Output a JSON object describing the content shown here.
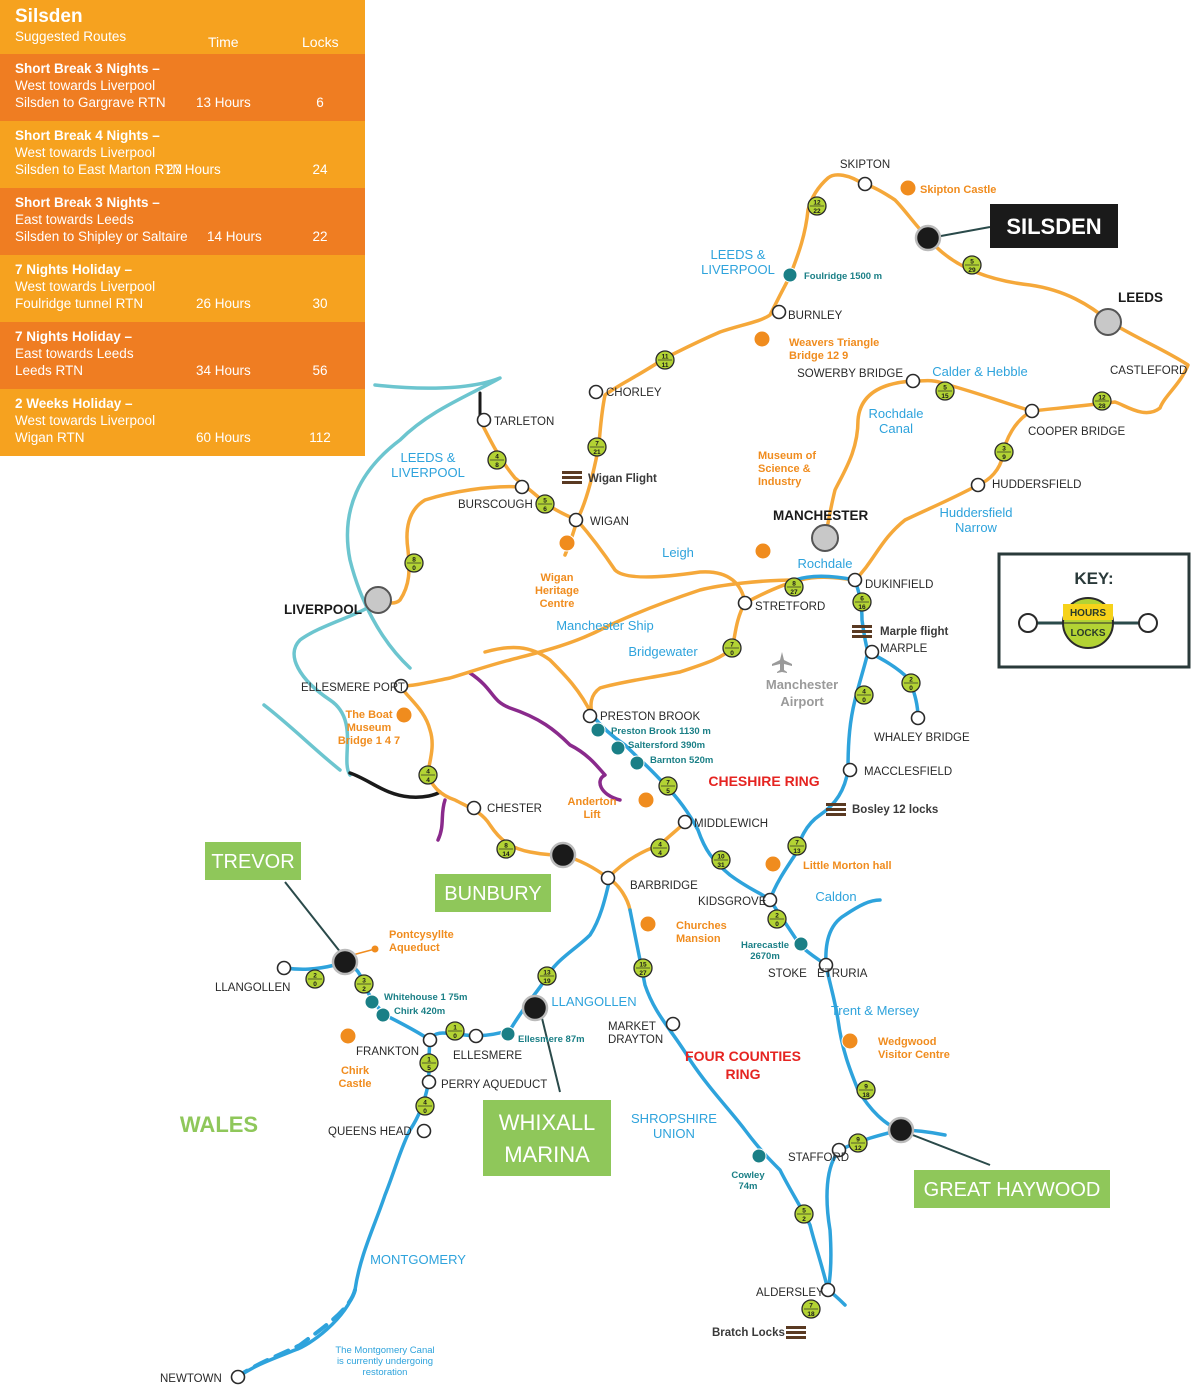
{
  "panel": {
    "title": "Silsden",
    "subtitle": "Suggested Routes",
    "col_time": "Time",
    "col_locks": "Locks",
    "routes": [
      {
        "name": "Short Break 3 Nights –",
        "direction": "West towards Liverpool",
        "route": "Silsden to Gargrave  RTN",
        "time": "13 Hours",
        "locks": "6"
      },
      {
        "name": "Short Break  4 Nights –",
        "direction": "West towards Liverpool",
        "route": "Silsden to East Marton  RTN",
        "time": "27 Hours",
        "locks": "24"
      },
      {
        "name": "Short Break  3 Nights –",
        "direction": "East towards Leeds",
        "route": "Silsden to Shipley or Saltaire",
        "time": "14 Hours",
        "locks": "22"
      },
      {
        "name": "7 Nights Holiday –",
        "direction": "West towards Liverpool",
        "route": "Foulridge tunnel  RTN",
        "time": "26 Hours",
        "locks": "30"
      },
      {
        "name": "7 Nights Holiday –",
        "direction": "East towards Leeds",
        "route": "Leeds  RTN",
        "time": "34 Hours",
        "locks": "56"
      },
      {
        "name": "2 Weeks Holiday –",
        "direction": "West towards Liverpool",
        "route": "Wigan  RTN",
        "time": "60 Hours",
        "locks": "112"
      }
    ]
  },
  "colors": {
    "panel_dark": "#ef7d22",
    "panel_light": "#f6a21f",
    "route_orange": "#f5a83a",
    "canal_blue": "#2ea3dc",
    "estuary_teal": "#6cc5cf",
    "purple": "#8a2a8c",
    "lock_green": "#b3d334",
    "label_blue": "#2ea3dc",
    "attraction_orange": "#f08c1e",
    "ring_red": "#e52421",
    "marina_green": "#8fc75a",
    "tunnel_teal": "#1a7f86"
  },
  "key": {
    "title": "KEY:",
    "hours": "HOURS",
    "locks": "LOCKS"
  },
  "marinas": [
    {
      "id": "silsden",
      "label": "SILSDEN"
    },
    {
      "id": "trevor",
      "label": "TREVOR"
    },
    {
      "id": "bunbury",
      "label": "BUNBURY"
    },
    {
      "id": "whixall",
      "label": "WHIXALL\nMARINA"
    },
    {
      "id": "great-haywood",
      "label": "GREAT HAYWOOD"
    }
  ],
  "cities": [
    {
      "id": "leeds",
      "label": "LEEDS"
    },
    {
      "id": "manchester",
      "label": "MANCHESTER"
    },
    {
      "id": "liverpool",
      "label": "LIVERPOOL"
    }
  ],
  "places": [
    {
      "id": "skipton",
      "label": "SKIPTON"
    },
    {
      "id": "burnley",
      "label": "BURNLEY"
    },
    {
      "id": "castleford",
      "label": "CASTLEFORD"
    },
    {
      "id": "sowerby-bridge",
      "label": "SOWERBY BRIDGE"
    },
    {
      "id": "cooper-bridge",
      "label": "COOPER BRIDGE"
    },
    {
      "id": "huddersfield",
      "label": "HUDDERSFIELD"
    },
    {
      "id": "chorley",
      "label": "CHORLEY"
    },
    {
      "id": "tarleton",
      "label": "TARLETON"
    },
    {
      "id": "burscough",
      "label": "BURSCOUGH"
    },
    {
      "id": "wigan",
      "label": "WIGAN"
    },
    {
      "id": "dukinfield",
      "label": "DUKINFIELD"
    },
    {
      "id": "stretford",
      "label": "STRETFORD"
    },
    {
      "id": "marple",
      "label": "MARPLE"
    },
    {
      "id": "whaley-bridge",
      "label": "WHALEY BRIDGE"
    },
    {
      "id": "macclesfield",
      "label": "MACCLESFIELD"
    },
    {
      "id": "ellesmere-port",
      "label": "ELLESMERE PORT"
    },
    {
      "id": "preston-brook",
      "label": "PRESTON BROOK"
    },
    {
      "id": "chester",
      "label": "CHESTER"
    },
    {
      "id": "middlewich",
      "label": "MIDDLEWICH"
    },
    {
      "id": "barbridge",
      "label": "BARBRIDGE"
    },
    {
      "id": "kidsgrove",
      "label": "KIDSGROVE"
    },
    {
      "id": "stoke",
      "label": "STOKE"
    },
    {
      "id": "etruria",
      "label": "ETRURIA"
    },
    {
      "id": "llangollen-town",
      "label": "LLANGOLLEN"
    },
    {
      "id": "frankton",
      "label": "FRANKTON"
    },
    {
      "id": "ellesmere",
      "label": "ELLESMERE"
    },
    {
      "id": "perry-aqueduct",
      "label": "PERRY AQUEDUCT"
    },
    {
      "id": "queens-head",
      "label": "QUEENS HEAD"
    },
    {
      "id": "market-drayton",
      "label": "MARKET\nDRAYTON"
    },
    {
      "id": "stafford",
      "label": "STAFFORD"
    },
    {
      "id": "aldersley",
      "label": "ALDERSLEY"
    },
    {
      "id": "newtown",
      "label": "NEWTOWN"
    }
  ],
  "canal_labels": [
    {
      "id": "leeds-liverpool-1",
      "label": "LEEDS &\nLIVERPOOL"
    },
    {
      "id": "leeds-liverpool-2",
      "label": "LEEDS &\nLIVERPOOL"
    },
    {
      "id": "calder-hebble",
      "label": "Calder & Hebble"
    },
    {
      "id": "rochdale-canal",
      "label": "Rochdale\nCanal"
    },
    {
      "id": "huddersfield-narrow",
      "label": "Huddersfield\nNarrow"
    },
    {
      "id": "rochdale",
      "label": "Rochdale"
    },
    {
      "id": "leigh",
      "label": "Leigh"
    },
    {
      "id": "manchester-ship",
      "label": "Manchester Ship"
    },
    {
      "id": "bridgewater",
      "label": "Bridgewater"
    },
    {
      "id": "caldon",
      "label": "Caldon"
    },
    {
      "id": "trent-mersey",
      "label": "Trent & Mersey"
    },
    {
      "id": "llangollen-canal",
      "label": "LLANGOLLEN"
    },
    {
      "id": "shropshire-union",
      "label": "SHROPSHIRE\nUNION"
    },
    {
      "id": "montgomery",
      "label": "MONTGOMERY"
    }
  ],
  "region_labels": [
    {
      "id": "cheshire-ring",
      "label": "CHESHIRE RING"
    },
    {
      "id": "four-counties-ring",
      "label": "FOUR COUNTIES\nRING"
    },
    {
      "id": "wales",
      "label": "WALES"
    },
    {
      "id": "manchester-airport",
      "label": "Manchester\nAirport"
    }
  ],
  "attractions": [
    {
      "id": "skipton-castle",
      "label": "Skipton Castle"
    },
    {
      "id": "weavers-triangle",
      "label": "Weavers Triangle\nBridge 12 9"
    },
    {
      "id": "museum-science",
      "label": "Museum of\nScience &\nIndustry"
    },
    {
      "id": "wigan-heritage",
      "label": "Wigan\nHeritage\nCentre"
    },
    {
      "id": "boat-museum",
      "label": "The Boat\nMuseum\nBridge 1 4 7"
    },
    {
      "id": "anderton-lift",
      "label": "Anderton\nLift"
    },
    {
      "id": "little-morton",
      "label": "Little Morton hall"
    },
    {
      "id": "churches-mansion",
      "label": "Churches\nMansion"
    },
    {
      "id": "pontcysyllte",
      "label": "Pontcysyllte\nAqueduct"
    },
    {
      "id": "chirk-castle",
      "label": "Chirk\nCastle"
    },
    {
      "id": "wedgwood",
      "label": "Wedgwood\nVisitor Centre"
    }
  ],
  "flights": [
    {
      "id": "wigan-flight",
      "label": "Wigan Flight"
    },
    {
      "id": "marple-flight",
      "label": "Marple flight"
    },
    {
      "id": "bosley-locks",
      "label": "Bosley 12 locks"
    },
    {
      "id": "bratch-locks",
      "label": "Bratch Locks"
    }
  ],
  "tunnels": [
    {
      "id": "foulridge",
      "label": "Foulridge 1500 m"
    },
    {
      "id": "preston-brook-t",
      "label": "Preston Brook 1130 m"
    },
    {
      "id": "saltersford",
      "label": "Saltersford 390m"
    },
    {
      "id": "barnton",
      "label": "Barnton 520m"
    },
    {
      "id": "harecastle",
      "label": "Harecastle\n2670m"
    },
    {
      "id": "whitehouse",
      "label": "Whitehouse 1 75m"
    },
    {
      "id": "chirk",
      "label": "Chirk 420m"
    },
    {
      "id": "ellesmere-t",
      "label": "Ellesmere 87m"
    },
    {
      "id": "cowley",
      "label": "Cowley\n74m"
    }
  ],
  "locks": [
    {
      "id": "l1",
      "hours": "12",
      "locks": "22"
    },
    {
      "id": "l2",
      "hours": "5",
      "locks": "29"
    },
    {
      "id": "l3",
      "hours": "11",
      "locks": "11"
    },
    {
      "id": "l4",
      "hours": "7",
      "locks": "21"
    },
    {
      "id": "l5",
      "hours": "4",
      "locks": "8"
    },
    {
      "id": "l6",
      "hours": "5",
      "locks": "6"
    },
    {
      "id": "l7",
      "hours": "8",
      "locks": "0"
    },
    {
      "id": "l8",
      "hours": "5",
      "locks": "15"
    },
    {
      "id": "l9",
      "hours": "12",
      "locks": "28"
    },
    {
      "id": "l10",
      "hours": "3",
      "locks": "9"
    },
    {
      "id": "l11",
      "hours": "8",
      "locks": "27"
    },
    {
      "id": "l12",
      "hours": "6",
      "locks": "16"
    },
    {
      "id": "l13",
      "hours": "7",
      "locks": "0"
    },
    {
      "id": "l14",
      "hours": "2",
      "locks": "0"
    },
    {
      "id": "l15",
      "hours": "4",
      "locks": "0"
    },
    {
      "id": "l16",
      "hours": "4",
      "locks": "4"
    },
    {
      "id": "l17",
      "hours": "7",
      "locks": "5"
    },
    {
      "id": "l18",
      "hours": "8",
      "locks": "14"
    },
    {
      "id": "l19",
      "hours": "4",
      "locks": "4"
    },
    {
      "id": "l20",
      "hours": "10",
      "locks": "31"
    },
    {
      "id": "l21",
      "hours": "7",
      "locks": "13"
    },
    {
      "id": "l22",
      "hours": "2",
      "locks": "0"
    },
    {
      "id": "l23",
      "hours": "2",
      "locks": "0"
    },
    {
      "id": "l24",
      "hours": "3",
      "locks": "2"
    },
    {
      "id": "l25",
      "hours": "13",
      "locks": "19"
    },
    {
      "id": "l26",
      "hours": "1",
      "locks": "0"
    },
    {
      "id": "l27",
      "hours": "1",
      "locks": "5"
    },
    {
      "id": "l28",
      "hours": "4",
      "locks": "0"
    },
    {
      "id": "l29",
      "hours": "15",
      "locks": "27"
    },
    {
      "id": "l30",
      "hours": "9",
      "locks": "18"
    },
    {
      "id": "l31",
      "hours": "9",
      "locks": "12"
    },
    {
      "id": "l32",
      "hours": "5",
      "locks": "2"
    },
    {
      "id": "l33",
      "hours": "7",
      "locks": "18"
    }
  ],
  "note": "The Montgomery Canal\nis currently undergoing\nrestoration"
}
